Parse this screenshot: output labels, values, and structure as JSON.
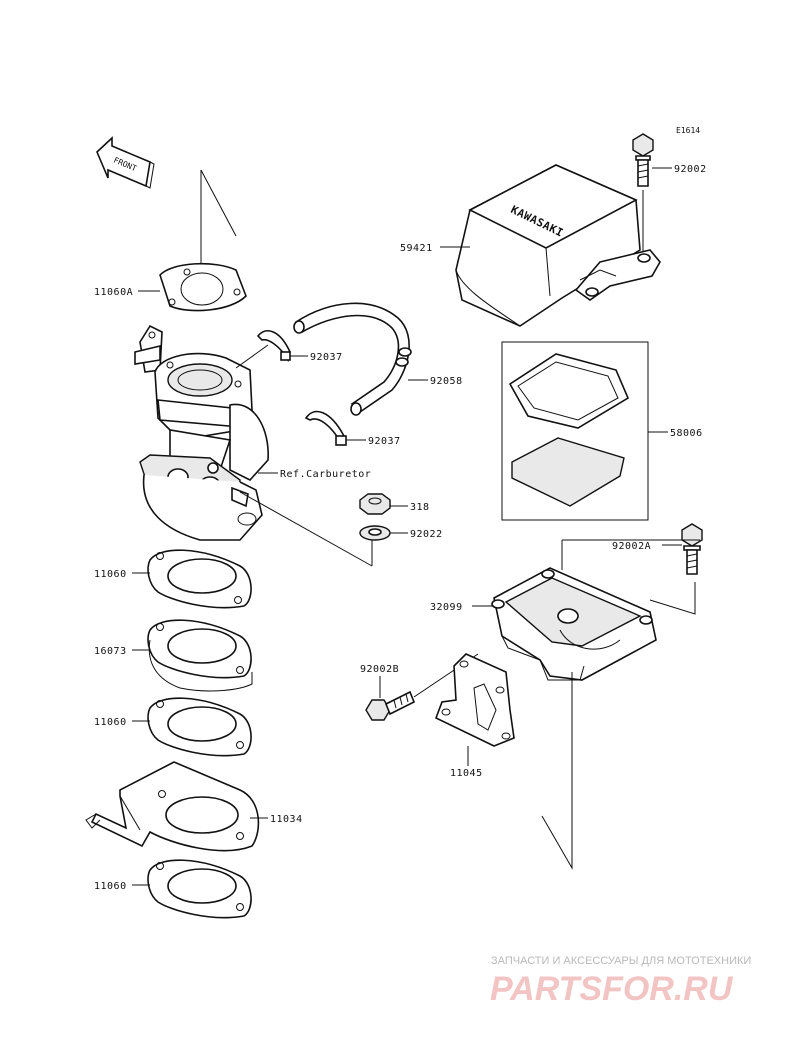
{
  "diagram_code": "E1614",
  "front_label": "FRONT",
  "ref_carburetor": "Ref.Carburetor",
  "parts": {
    "p92002": "92002",
    "p59421": "59421",
    "p11060A": "11060A",
    "p92037_top": "92037",
    "p92058": "92058",
    "p92037_bot": "92037",
    "p58006": "58006",
    "p318": "318",
    "p92022": "92022",
    "p92002A": "92002A",
    "p11060_1": "11060",
    "p32099": "32099",
    "p16073": "16073",
    "p92002B": "92002B",
    "p11060_2": "11060",
    "p11045": "11045",
    "p11034": "11034",
    "p11060_3": "11060"
  },
  "cover_brand": "KAWASAKI",
  "watermark": {
    "top_text": "ЗАПЧАСТИ И АКСЕССУАРЫ ДЛЯ МОТОТЕХНИКИ",
    "logo_text": "PARTSFOR.RU"
  }
}
